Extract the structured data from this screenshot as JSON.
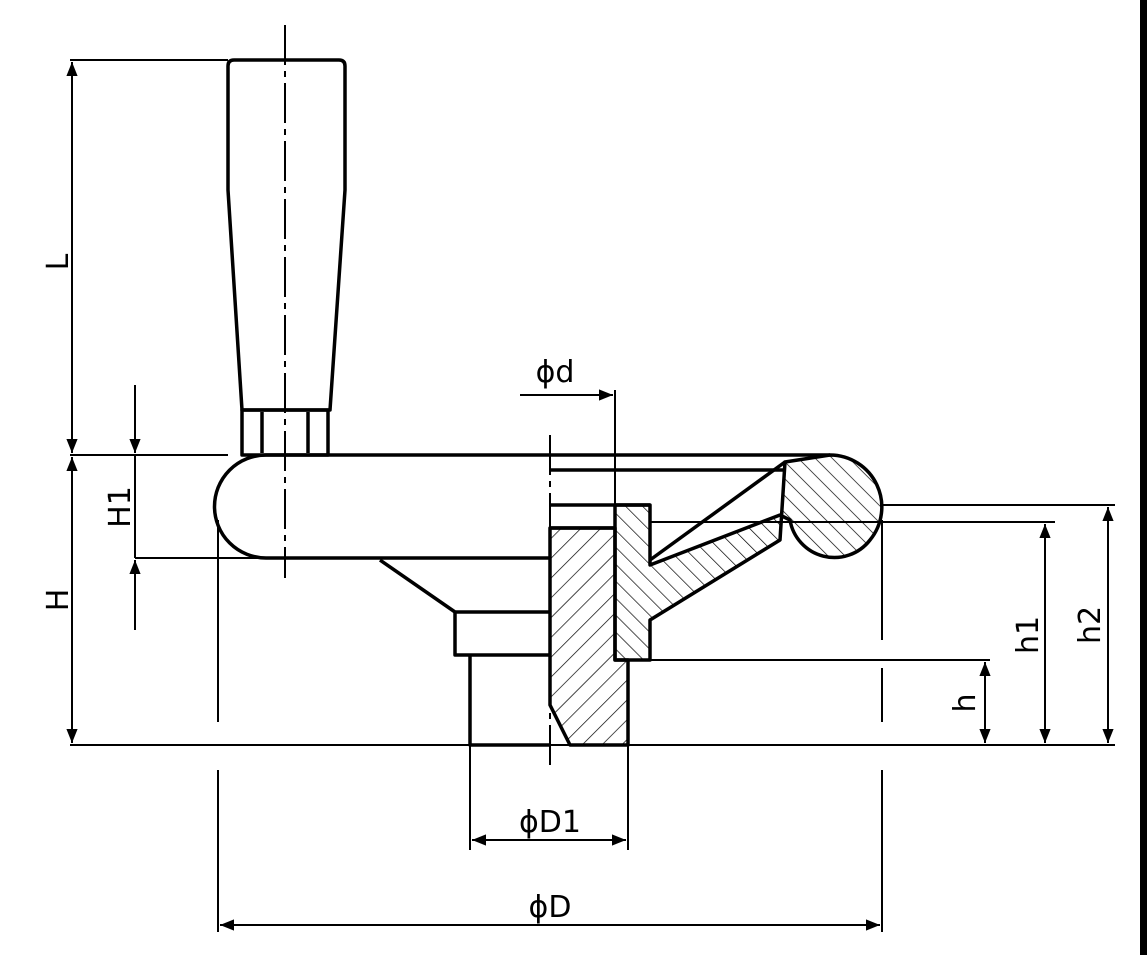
{
  "drawing": {
    "title": "Handwheel with revolving handle - dimension drawing",
    "labels": {
      "L": "L",
      "H": "H",
      "H1": "H1",
      "d": "ϕd",
      "h": "h",
      "h1": "h1",
      "h2": "h2",
      "D1": "ϕD1",
      "D": "ϕD"
    },
    "colors": {
      "line": "#000000",
      "background": "#ffffff"
    }
  }
}
